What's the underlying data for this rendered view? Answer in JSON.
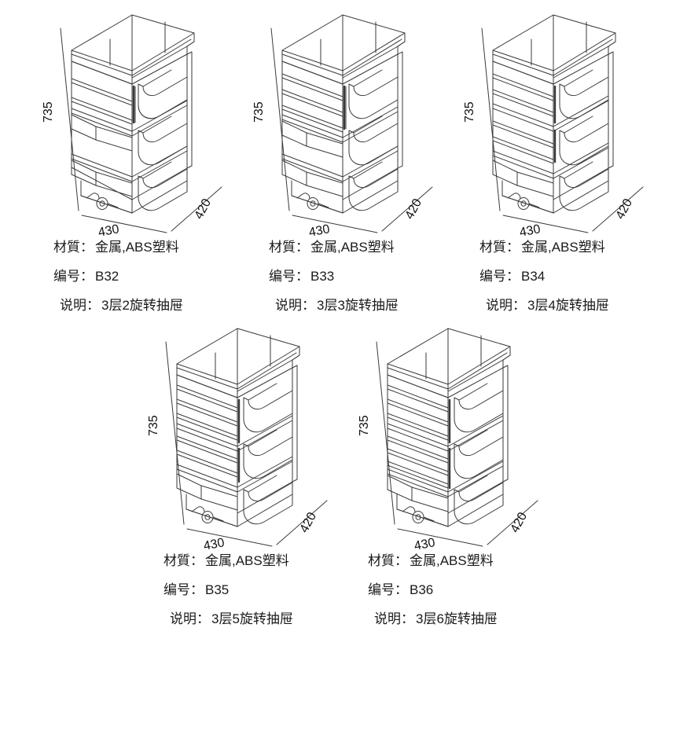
{
  "page": {
    "background": "#ffffff",
    "line_color": "#3a3a3a",
    "text_color": "#1a1a1a"
  },
  "labels": {
    "material_key": "材質：",
    "code_key": "编号：",
    "desc_key": "说明："
  },
  "dimensions": {
    "height": "735",
    "width": "430",
    "depth": "420"
  },
  "products": [
    {
      "code": "B32",
      "material": "金属,ABS塑料",
      "description": "3层2旋转抽屉",
      "rotating_drawers": 2,
      "tiers": 3,
      "height": "735",
      "width": "430",
      "depth": "420"
    },
    {
      "code": "B33",
      "material": "金属,ABS塑料",
      "description": "3层3旋转抽屉",
      "rotating_drawers": 3,
      "tiers": 3,
      "height": "735",
      "width": "430",
      "depth": "420"
    },
    {
      "code": "B34",
      "material": "金属,ABS塑料",
      "description": "3层4旋转抽屉",
      "rotating_drawers": 4,
      "tiers": 3,
      "height": "735",
      "width": "430",
      "depth": "420"
    },
    {
      "code": "B35",
      "material": "金属,ABS塑料",
      "description": "3层5旋转抽屉",
      "rotating_drawers": 5,
      "tiers": 3,
      "height": "735",
      "width": "430",
      "depth": "420"
    },
    {
      "code": "B36",
      "material": "金属,ABS塑料",
      "description": "3层6旋转抽屉",
      "rotating_drawers": 6,
      "tiers": 3,
      "height": "735",
      "width": "430",
      "depth": "420"
    }
  ]
}
